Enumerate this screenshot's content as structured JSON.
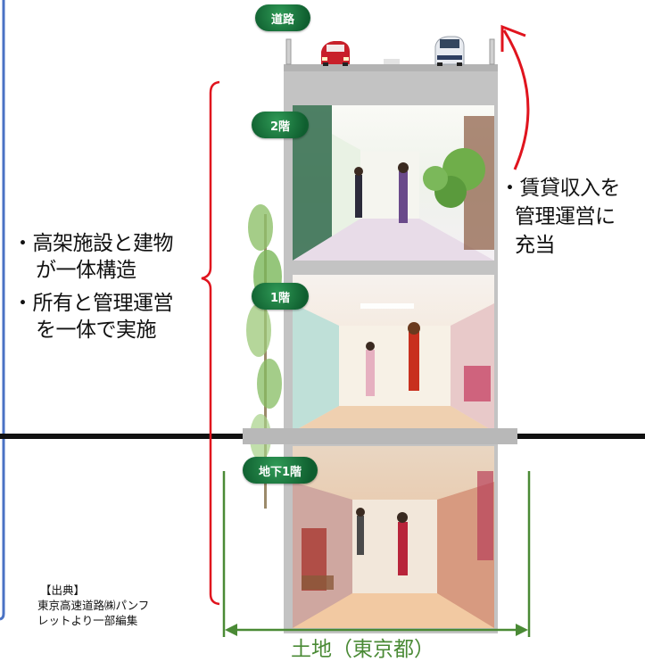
{
  "floors": {
    "road": "道路",
    "floor2": "2階",
    "floor1": "1階",
    "basement": "地下1階"
  },
  "left_note": {
    "line1": "・高架施設と建物",
    "line2": "が一体構造",
    "line3": "・所有と管理運営",
    "line4": "を一体で実施"
  },
  "right_note": {
    "line1": "・賃貸収入を",
    "line2": "管理運営に",
    "line3": "充当"
  },
  "land_label": "土地（東京都）",
  "source": {
    "line1": "【出典】",
    "line2": "東京高速道路㈱パンフ",
    "line3": "レットより一部編集"
  },
  "colors": {
    "bracket": "#e0141e",
    "arrow": "#e0141e",
    "land": "#4a8a35",
    "frame": "#4a72c4",
    "pill": "#1a7a3e"
  }
}
